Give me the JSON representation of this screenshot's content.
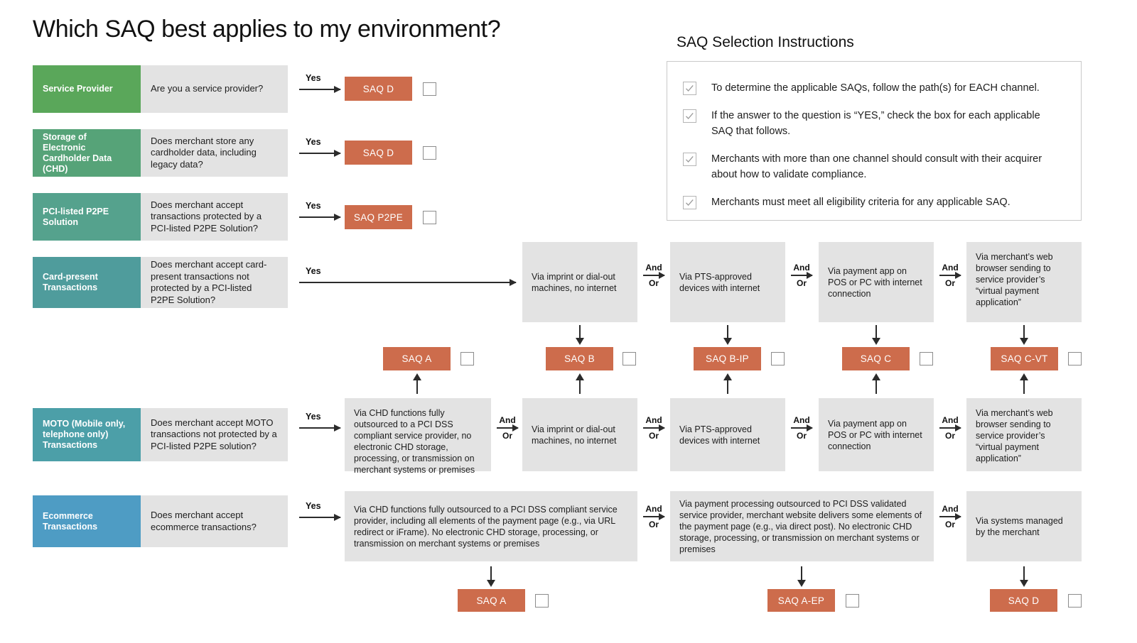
{
  "page": {
    "title": "Which SAQ best applies to my environment?"
  },
  "instructions": {
    "heading": "SAQ Selection Instructions",
    "items": [
      "To determine the applicable SAQs, follow the path(s) for EACH channel.",
      "If the answer to the question is “YES,” check the box for each applicable SAQ that follows.",
      "Merchants with more than one channel should consult with their acquirer about how to validate compliance.",
      "Merchants must meet all eligibility criteria for any applicable SAQ."
    ]
  },
  "labels": {
    "yes": "Yes",
    "and": "And",
    "or": "Or"
  },
  "colors": {
    "green": "#5aa75a",
    "green2": "#56a378",
    "teal1": "#55a28d",
    "teal2": "#4f9c9c",
    "teal3": "#4c9fa8",
    "blue": "#4e9cc4",
    "saq_orange": "#cd6c4c",
    "cell_gray": "#e3e3e3"
  },
  "rows": {
    "service_provider": {
      "label": "Service Provider",
      "question": "Are you a service provider?",
      "result": "SAQ  D"
    },
    "chd_storage": {
      "label": "Storage of Electronic Cardholder Data (CHD)",
      "question": "Does merchant store any cardholder data, including legacy data?",
      "result": "SAQ  D"
    },
    "p2pe": {
      "label": "PCI-listed P2PE Solution",
      "question": "Does merchant accept transactions protected by a PCI-listed P2PE Solution?",
      "result": "SAQ  P2PE"
    },
    "card_present": {
      "label": "Card-present Transactions",
      "question": "Does merchant accept card-present transactions not protected by a PCI-listed P2PE Solution?",
      "channels": [
        "Via imprint or dial-out machines, no internet",
        "Via PTS-approved devices with internet",
        "Via payment app on POS or PC with internet connection",
        "Via merchant’s web browser sending to service provider’s “virtual payment application”"
      ]
    },
    "moto": {
      "label": "MOTO (Mobile only, telephone only) Transactions",
      "question": "Does merchant accept MOTO transactions not protected by a PCI-listed P2PE solution?",
      "channels": [
        "Via CHD functions fully outsourced to a PCI DSS compliant service provider, no electronic CHD storage, processing, or transmission on merchant systems or premises",
        "Via imprint or dial-out machines, no internet",
        "Via PTS-approved devices with internet",
        "Via payment app on POS or PC with internet connection",
        "Via merchant’s web browser sending to service provider’s “virtual payment application”"
      ]
    },
    "ecommerce": {
      "label": "Ecommerce Transactions",
      "question": "Does merchant accept ecommerce transactions?",
      "channels": [
        "Via CHD functions fully outsourced to a PCI DSS compliant service provider, including all elements of the payment page (e.g., via URL redirect or iFrame). No electronic CHD storage, processing, or transmission on merchant systems or premises",
        "Via payment processing outsourced to PCI DSS validated service provider, merchant website delivers some elements of the payment page (e.g., via direct post). No electronic CHD storage, processing, or transmission on merchant systems or premises",
        "Via systems managed by the merchant"
      ]
    }
  },
  "saq_middle": [
    "SAQ A",
    "SAQ B",
    "SAQ B-IP",
    "SAQ C",
    "SAQ C-VT"
  ],
  "saq_bottom": [
    "SAQ A",
    "SAQ A-EP",
    "SAQ D"
  ]
}
